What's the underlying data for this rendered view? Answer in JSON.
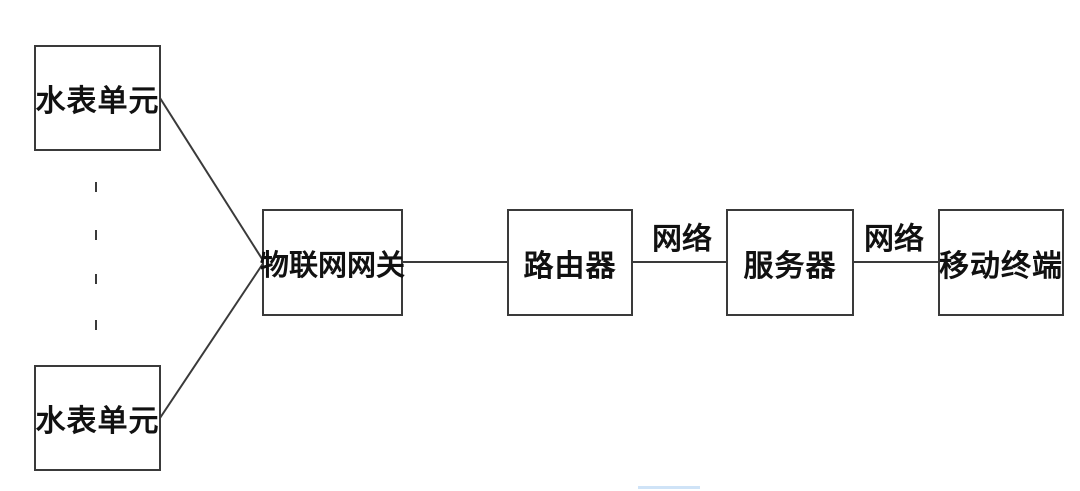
{
  "diagram": {
    "nodes": {
      "meter_top": "水表单元",
      "meter_bottom": "水表单元",
      "gateway": "物联网网关",
      "router": "路由器",
      "server": "服务器",
      "mobile": "移动终端"
    },
    "edges": {
      "router_server": "网络",
      "server_mobile": "网络"
    },
    "colors": {
      "stroke": "#3a3a3a",
      "text": "#111111",
      "background": "#ffffff"
    }
  }
}
